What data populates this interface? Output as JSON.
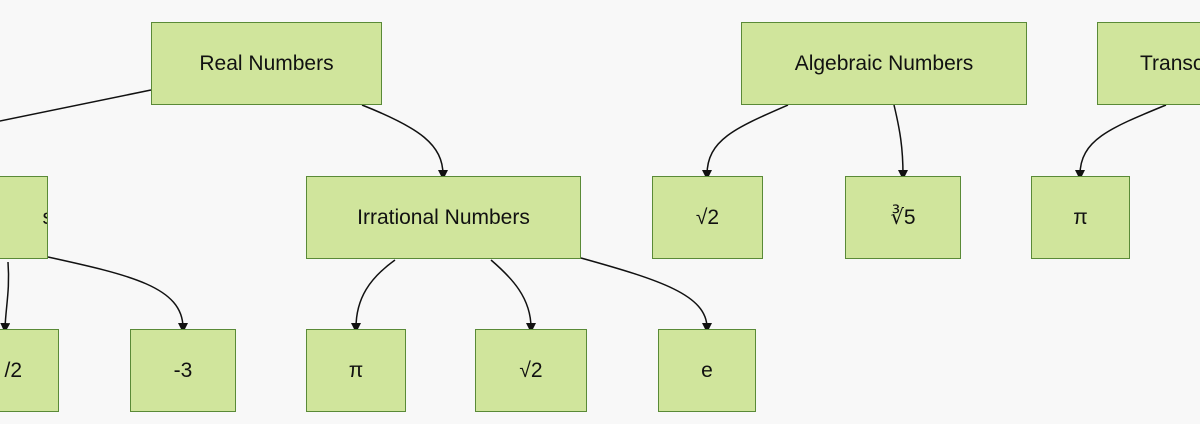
{
  "diagram": {
    "colors": {
      "node_fill": "#d0e59c",
      "node_border": "#5a8a37",
      "edge": "#111111",
      "background": "#f8f8f8"
    },
    "nodes": {
      "real_numbers": "Real Numbers",
      "rational_numbers_partial": "s",
      "irrational_numbers": "Irrational Numbers",
      "algebraic_numbers": "Algebraic Numbers",
      "transcendental_partial": "Transc",
      "rational_child_partial": "/2",
      "rational_child_neg3": "-3",
      "irrational_child_pi": "π",
      "irrational_child_sqrt2": "√2",
      "irrational_child_e": "e",
      "algebraic_child_sqrt2": "√2",
      "algebraic_child_cbrt5": "∛5",
      "transcendental_child_pi": "π"
    }
  }
}
